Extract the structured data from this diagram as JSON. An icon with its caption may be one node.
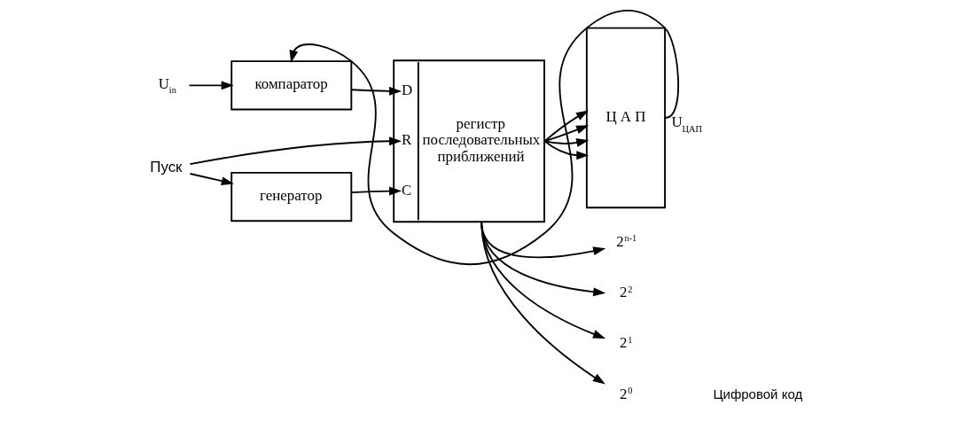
{
  "diagram": {
    "nodes": [
      {
        "text": [
          "U$_{in}$"
        ]
      },
      {
        "text": [
          "компаратор"
        ]
      },
      {
        "text": [
          "Пуск"
        ]
      },
      {
        "text": [
          "генератор"
        ]
      },
      {
        "text": [
          "D",
          "R",
          "C",
          "регистр последовательных приближений"
        ]
      },
      {
        "text": [
          "Ц А П"
        ]
      },
      {
        "text": [
          "2$^{n-1}$"
        ]
      },
      {
        "text": [
          "2$^{2}$"
        ]
      },
      {
        "text": [
          "2$^{1}$"
        ]
      },
      {
        "text": [
          "2$^{0}$"
        ]
      }
    ],
    "edges": [
      {
        "from": 0,
        "to": 1,
        "arrow": "to"
      },
      {
        "from": 1,
        "to": 4,
        "arrow": "to"
      },
      {
        "from": 2,
        "to": 4,
        "arrow": "to"
      },
      {
        "from": 2,
        "to": 3,
        "arrow": "to"
      },
      {
        "from": 3,
        "to": 4,
        "arrow": "to"
      },
      {
        "from": 4,
        "to": 5,
        "arrow": "to"
      },
      {
        "from": 4,
        "to": 5,
        "arrow": "to"
      },
      {
        "from": 4,
        "to": 5,
        "arrow": "to"
      },
      {
        "from": 4,
        "to": 5,
        "arrow": "to"
      },
      {
        "from": 4,
        "to": 6,
        "arrow": "to"
      },
      {
        "from": 4,
        "to": 7,
        "arrow": "to"
      },
      {
        "from": 4,
        "to": 8,
        "arrow": "to"
      },
      {
        "from": 4,
        "to": 9,
        "arrow": "to"
      },
      {
        "from": 5,
        "to": 1,
        "arrow": "to",
        "label": "U$_{ЦАП}$"
      }
    ],
    "labels": [
      "Цифровой код"
    ]
  }
}
